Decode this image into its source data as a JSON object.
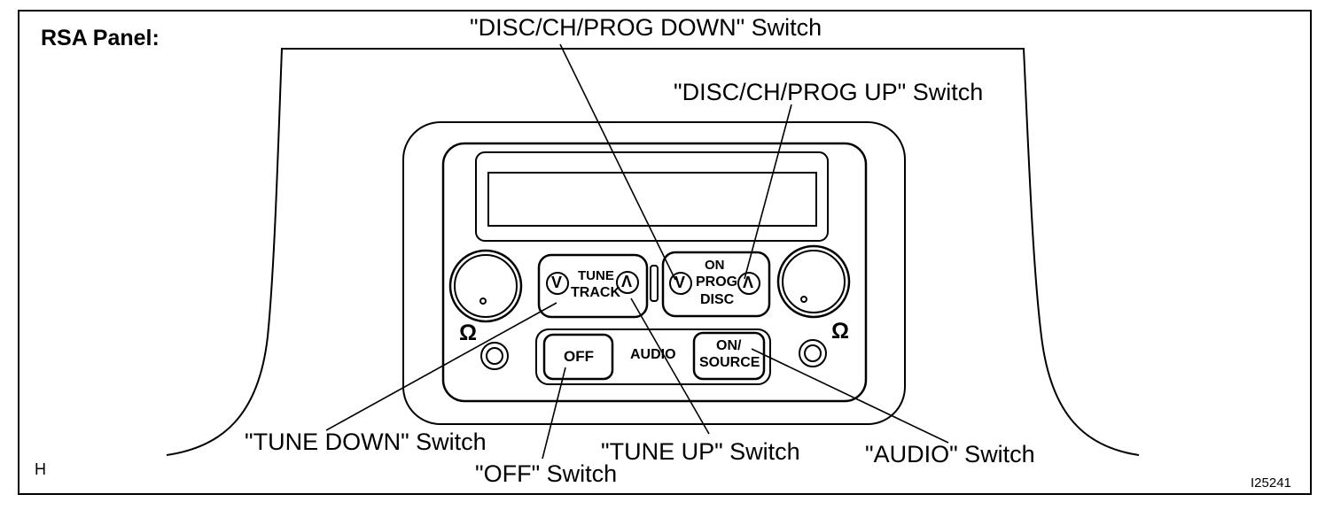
{
  "panel_title": "RSA Panel:",
  "corner_mark": "H",
  "figure_id": "I25241",
  "callouts": {
    "disc_down": "\"DISC/CH/PROG DOWN\" Switch",
    "disc_up": "\"DISC/CH/PROG UP\" Switch",
    "tune_down": "\"TUNE DOWN\" Switch",
    "tune_up": "\"TUNE UP\" Switch",
    "off": "\"OFF\" Switch",
    "audio": "\"AUDIO\" Switch"
  },
  "panel": {
    "tune_line1": "TUNE",
    "tune_line2": "TRACK",
    "disc_line1": "ON",
    "disc_line2": "PROG",
    "disc_line3": "DISC",
    "off_button": "OFF",
    "audio_label": "AUDIO",
    "source_line1": "ON/",
    "source_line2": "SOURCE",
    "down_glyph": "V",
    "up_glyph": "Λ",
    "headphone_glyph": "Ω"
  },
  "icons": [
    "knob-icon",
    "headphone-icon",
    "headphone-jack-icon",
    "chevron-down-icon",
    "chevron-up-icon"
  ]
}
